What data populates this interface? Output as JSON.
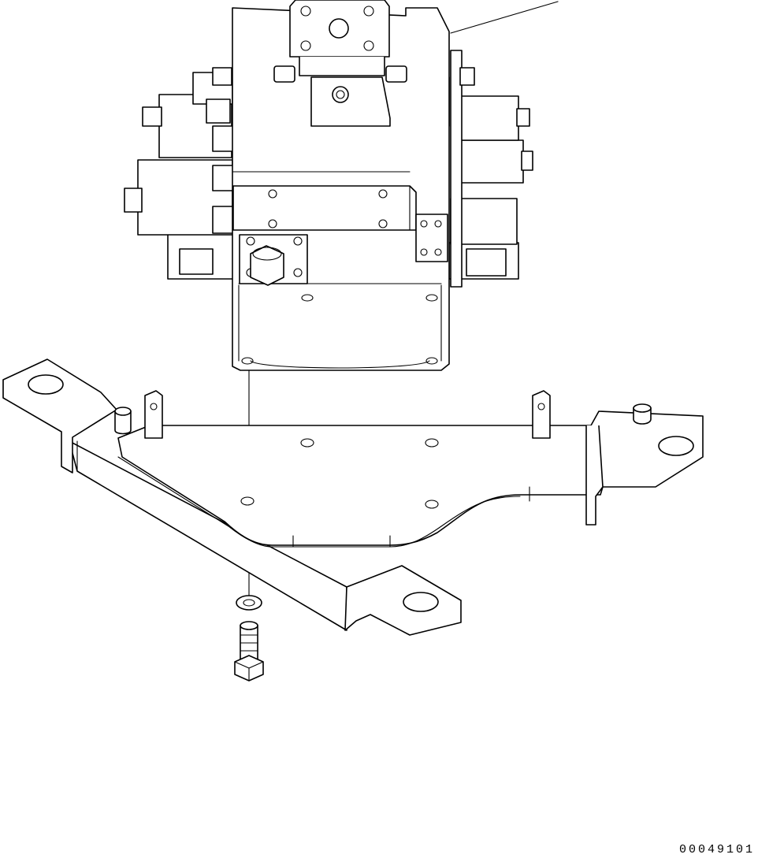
{
  "drawing": {
    "drawing_number": "00049101",
    "parts": [
      "control-valve-assembly",
      "mounting-bracket",
      "washer",
      "bolt"
    ],
    "line_color": "#000000",
    "background_color": "#ffffff"
  }
}
